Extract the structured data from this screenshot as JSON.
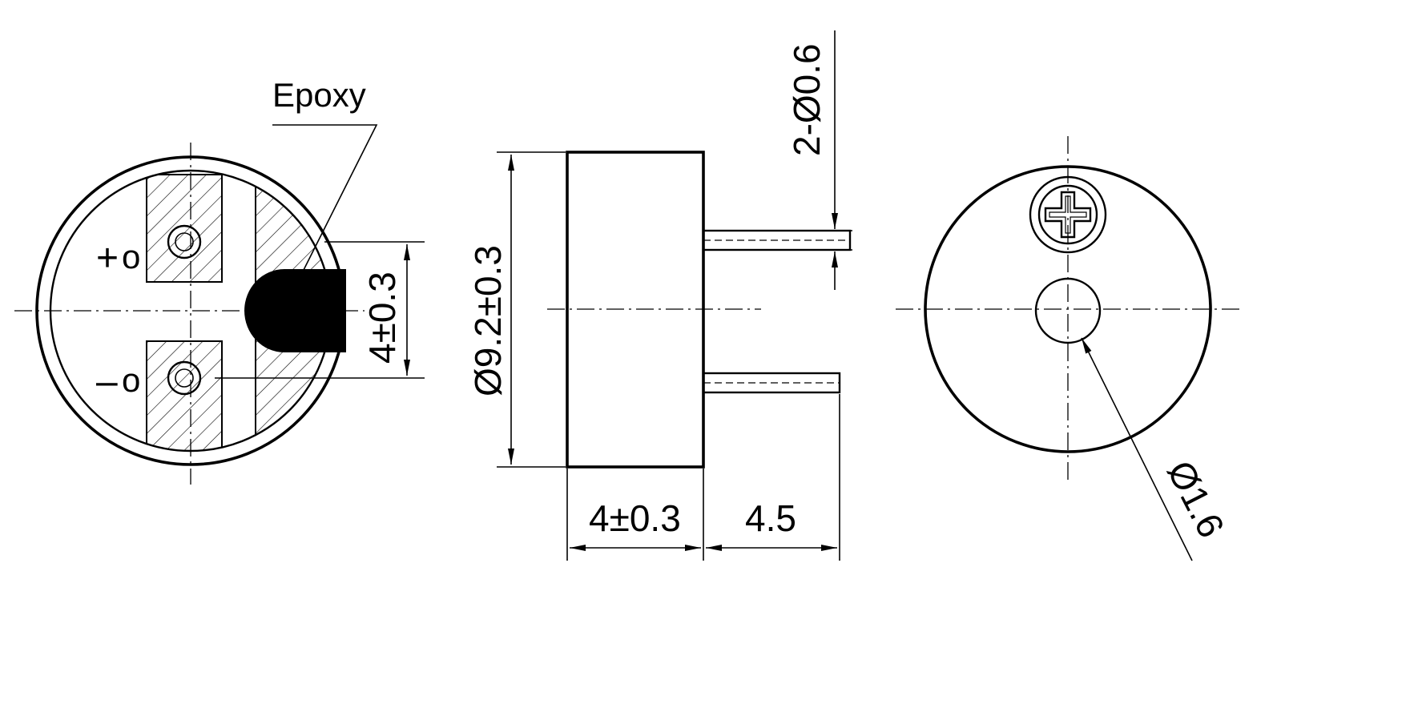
{
  "drawing": {
    "colors": {
      "line": "#000000",
      "background": "#ffffff",
      "epoxy_fill": "#000000"
    },
    "front_view": {
      "epoxy_label": "Epoxy",
      "plus_sign": "+",
      "minus_sign": "–",
      "terminal_marker": "o",
      "pin_pitch_dim": "4±0.3"
    },
    "side_view": {
      "diameter_dim": "Ø9.2±0.3",
      "body_height_dim": "4±0.3",
      "pin_length_dim": "4.5",
      "pin_diameter_dim": "2-Ø0.6"
    },
    "back_view": {
      "hole_diameter_dim": "Ø1.6",
      "screw_icon": "phillips-screw-head-icon"
    }
  }
}
